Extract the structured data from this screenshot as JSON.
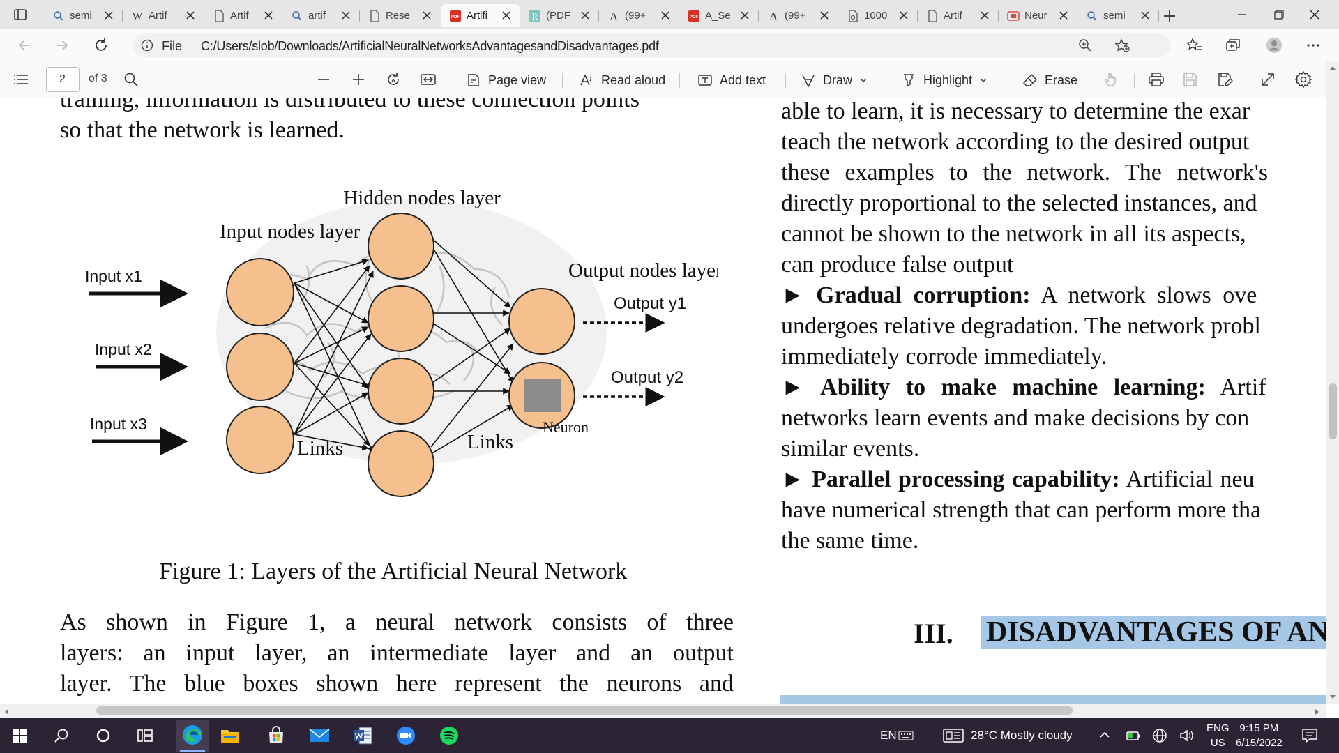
{
  "tabs": [
    {
      "label": "semi",
      "icon": "search-icon"
    },
    {
      "label": "Artif",
      "icon": "wikipedia-icon",
      "favicon_text": "W"
    },
    {
      "label": "Artif",
      "icon": "document-icon"
    },
    {
      "label": "artif",
      "icon": "search-icon"
    },
    {
      "label": "Rese",
      "icon": "document-icon"
    },
    {
      "label": "Artifi",
      "icon": "pdf-icon",
      "favicon_text": "PDF",
      "active": true
    },
    {
      "label": "(PDF",
      "icon": "researchgate-icon",
      "favicon_text": "R"
    },
    {
      "label": "(99+",
      "icon": "academia-icon",
      "favicon_text": "A"
    },
    {
      "label": "A_Se",
      "icon": "pdf-icon",
      "favicon_text": "PDF"
    },
    {
      "label": "(99+",
      "icon": "academia-icon",
      "favicon_text": "A"
    },
    {
      "label": "1000",
      "icon": "page-link-icon"
    },
    {
      "label": "Artif",
      "icon": "document-icon"
    },
    {
      "label": "Neur",
      "icon": "slides-icon"
    },
    {
      "label": "semi",
      "icon": "search-icon"
    }
  ],
  "address": {
    "file_label": "File",
    "url": "C:/Users/slob/Downloads/ArtificialNeuralNetworksAdvantagesandDisadvantages.pdf"
  },
  "pdf_toolbar": {
    "page_number": "2",
    "page_total": "of 3",
    "page_view": "Page view",
    "read_aloud": "Read aloud",
    "add_text": "Add text",
    "draw": "Draw",
    "highlight": "Highlight",
    "erase": "Erase"
  },
  "document": {
    "left_top_line1": "training, information is distributed to these connection points",
    "left_top_line2": "so that the network is learned.",
    "figure": {
      "hidden_title": "Hidden nodes layer",
      "input_title": "Input nodes layer",
      "output_title": "Output nodes layer",
      "input_x1": "Input x1",
      "input_x2": "Input x2",
      "input_x3": "Input x3",
      "output_y1": "Output y1",
      "output_y2": "Output y2",
      "neuron": "Neuron",
      "links_left": "Links",
      "links_right": "Links"
    },
    "caption": "Figure 1: Layers of the Artificial Neural Network",
    "left_bottom_line1": "As shown in Figure 1, a neural network consists of three",
    "left_bottom_line2": "layers: an input layer, an intermediate layer and an output",
    "left_bottom_line3": "layer. The blue boxes shown here represent the neurons and",
    "right_lines": [
      "able to learn, it is necessary to determine the exar",
      "teach the network according to the desired output",
      "these examples to the network. The network's",
      "directly proportional to the selected instances, and",
      "cannot be shown to the network in all its aspects,",
      "can produce false output"
    ],
    "bullet_marker": "►",
    "bullets": [
      {
        "title": "Gradual corruption:",
        "text": " A network slows ove",
        "continuation": [
          "undergoes relative degradation. The network probl",
          "immediately corrode immediately."
        ]
      },
      {
        "title": "Ability to make machine learning:",
        "text": " Artif",
        "continuation": [
          "networks learn events and make decisions by con",
          "similar events."
        ]
      },
      {
        "title": "Parallel processing capability:",
        "text": " Artificial neu",
        "continuation": [
          "have numerical strength that can perform more tha",
          "the same time."
        ]
      }
    ],
    "section_number": "III.",
    "section_title": "DISADVANTAGES OF ANN"
  },
  "taskbar": {
    "ime": "EN",
    "weather": "28°C  Mostly cloudy",
    "lang_top": "ENG",
    "lang_bottom": "US",
    "time": "9:15 PM",
    "date": "6/15/2022"
  }
}
